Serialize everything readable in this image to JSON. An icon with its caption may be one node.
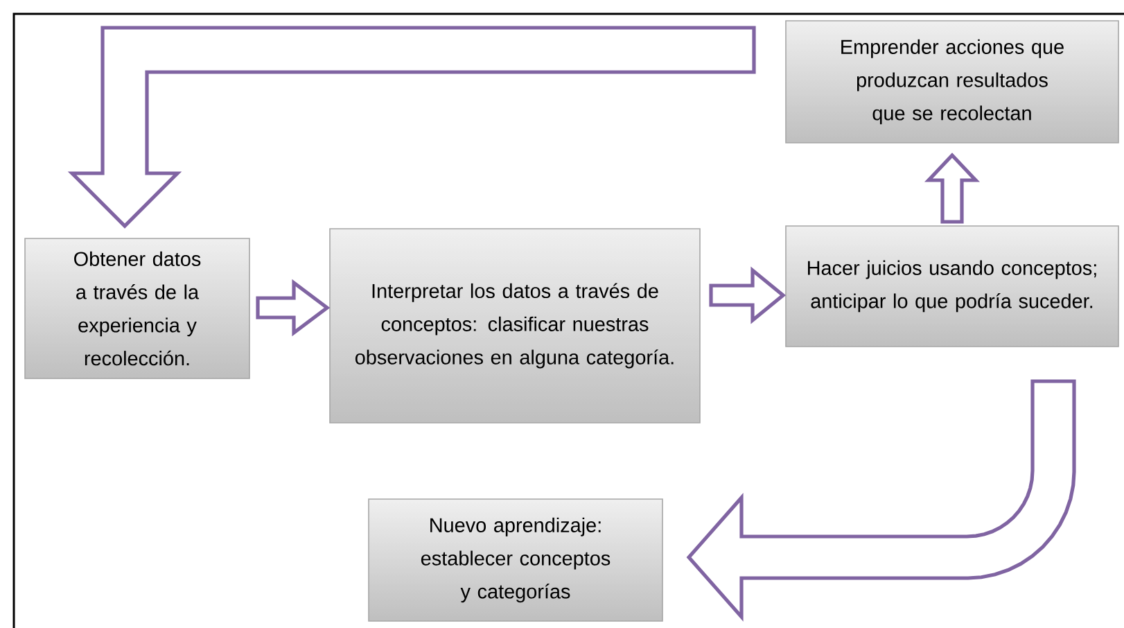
{
  "diagram": {
    "nodes": [
      {
        "text": [
          "Obtener datos a través de la experiencia y recolección."
        ]
      },
      {
        "text": [
          "Interpretar los datos a través de conceptos: clasificar nuestras observaciones en alguna categoría."
        ]
      },
      {
        "text": [
          "Hacer juicios usando conceptos; anticipar lo que podría suceder."
        ]
      },
      {
        "text": [
          "Emprender acciones que produzcan resultados que se recolectan"
        ]
      },
      {
        "text": [
          "Nuevo aprendizaje: establecer conceptos y categorías"
        ]
      }
    ],
    "edges": [
      {
        "from": 0,
        "to": 1,
        "arrow": "to"
      },
      {
        "from": 1,
        "to": 2,
        "arrow": "to"
      },
      {
        "from": 2,
        "to": 3,
        "arrow": "to"
      },
      {
        "from": 3,
        "to": 0,
        "arrow": "to"
      },
      {
        "from": 2,
        "to": 4,
        "arrow": "to"
      }
    ]
  }
}
